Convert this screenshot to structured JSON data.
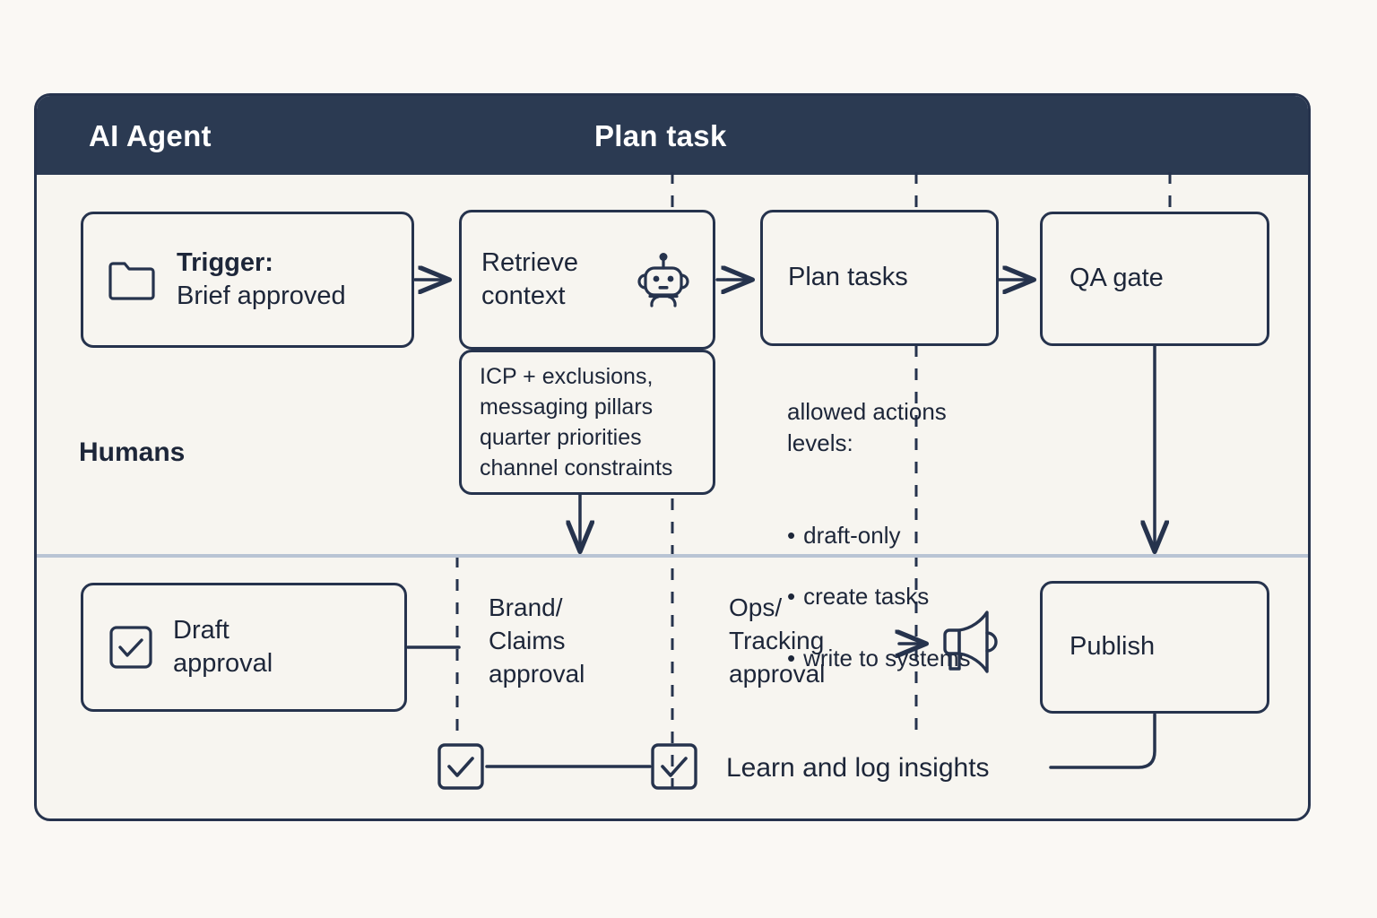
{
  "frame": {
    "header": {
      "lane_label": "AI Agent",
      "title": "Plan task"
    },
    "lane_label_humans": "Humans"
  },
  "agent_lane": {
    "trigger_node": {
      "icon": "folder-icon",
      "title": "Trigger:",
      "subtitle": "Brief approved"
    },
    "retrieve_node": {
      "title": "Retrieve\ncontext",
      "icon": "robot-icon",
      "details": "ICP + exclusions,\nmessaging pillars\nquarter priorities\nchannel constraints"
    },
    "plan_node": {
      "title": "Plan tasks"
    },
    "plan_notes": {
      "heading": "allowed actions\nlevels:",
      "items": [
        "draft-only",
        "create tasks",
        "write to systems"
      ]
    },
    "qa_node": {
      "title": "QA gate"
    }
  },
  "human_lane": {
    "draft_node": {
      "icon": "checkbox-check-icon",
      "title": "Draft\napproval"
    },
    "brand_approval": "Brand/\nClaims\napproval",
    "ops_approval": "Ops/\nTracking\napproval",
    "megaphone_icon": "megaphone-icon",
    "publish_node": {
      "title": "Publish"
    },
    "checkbox_left": "checkbox-check-icon",
    "checkbox_right": "checkbox-check-icon",
    "learn_label": "Learn and log insights"
  },
  "colors": {
    "page_bg": "#faf8f4",
    "panel_bg": "#f7f5f0",
    "header_bg": "#2b3a52",
    "stroke": "#26334d",
    "text": "#1d2639",
    "divider": "#b9c4d4",
    "header_text": "#ffffff"
  }
}
